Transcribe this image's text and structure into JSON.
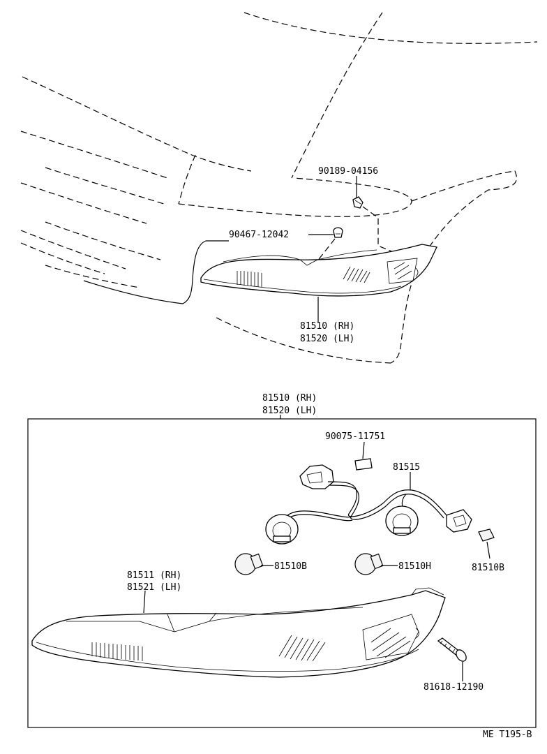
{
  "callouts": {
    "clip": "90189-04156",
    "nut": "90467-12042",
    "lamp_assy_rh_top": "81510 (RH)",
    "lamp_assy_lh_top": "81520 (LH)",
    "lamp_assy_rh_box": "81510 (RH)",
    "lamp_assy_lh_box": "81520 (LH)",
    "label_plate": "90075-11751",
    "socket_wire": "81515",
    "bulb_left": "81510B",
    "bulb_mid": "81510H",
    "bulb_right": "81510B",
    "lens_rh": "81511 (RH)",
    "lens_lh": "81521 (LH)",
    "screw": "81618-12190"
  },
  "figure_code": "ME T195-B"
}
